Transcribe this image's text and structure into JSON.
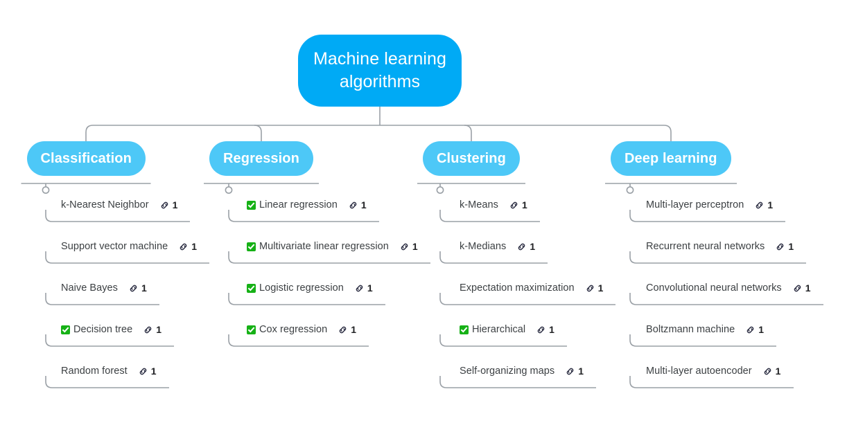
{
  "root": {
    "label": "Machine learning algorithms",
    "color": "#00AAF5"
  },
  "theme": {
    "category_color": "#4DC8F7",
    "line_color": "#9aa0a6",
    "check_color": "#16b116",
    "text_color": "#3c4043",
    "background": "#ffffff"
  },
  "branches": [
    {
      "label": "Classification",
      "items": [
        {
          "label": "k-Nearest Neighbor",
          "checked": false,
          "link_icon": "link-icon",
          "count": "1"
        },
        {
          "label": "Support vector machine",
          "checked": false,
          "link_icon": "link-icon",
          "count": "1"
        },
        {
          "label": "Naive Bayes",
          "checked": false,
          "link_icon": "link-icon",
          "count": "1"
        },
        {
          "label": "Decision tree",
          "checked": true,
          "link_icon": "link-icon",
          "count": "1"
        },
        {
          "label": "Random forest",
          "checked": false,
          "link_icon": "link-icon",
          "count": "1"
        }
      ]
    },
    {
      "label": "Regression",
      "items": [
        {
          "label": "Linear regression",
          "checked": true,
          "link_icon": "link-icon",
          "count": "1"
        },
        {
          "label": "Multivariate linear regression",
          "checked": true,
          "link_icon": "link-icon",
          "count": "1"
        },
        {
          "label": "Logistic regression",
          "checked": true,
          "link_icon": "link-icon",
          "count": "1"
        },
        {
          "label": "Cox regression",
          "checked": true,
          "link_icon": "link-icon",
          "count": "1"
        }
      ]
    },
    {
      "label": "Clustering",
      "items": [
        {
          "label": "k-Means",
          "checked": false,
          "link_icon": "link-icon",
          "count": "1"
        },
        {
          "label": "k-Medians",
          "checked": false,
          "link_icon": "link-icon",
          "count": "1"
        },
        {
          "label": "Expectation maximization",
          "checked": false,
          "link_icon": "link-icon",
          "count": "1"
        },
        {
          "label": "Hierarchical",
          "checked": true,
          "link_icon": "link-icon",
          "count": "1"
        },
        {
          "label": "Self-organizing maps",
          "checked": false,
          "link_icon": "link-icon",
          "count": "1"
        }
      ]
    },
    {
      "label": "Deep learning",
      "items": [
        {
          "label": "Multi-layer perceptron",
          "checked": false,
          "link_icon": "link-icon",
          "count": "1"
        },
        {
          "label": "Recurrent neural networks",
          "checked": false,
          "link_icon": "link-icon",
          "count": "1"
        },
        {
          "label": "Convolutional neural networks",
          "checked": false,
          "link_icon": "link-icon",
          "count": "1"
        },
        {
          "label": "Boltzmann machine",
          "checked": false,
          "link_icon": "link-icon",
          "count": "1"
        },
        {
          "label": "Multi-layer autoencoder",
          "checked": false,
          "link_icon": "link-icon",
          "count": "1"
        }
      ]
    }
  ]
}
